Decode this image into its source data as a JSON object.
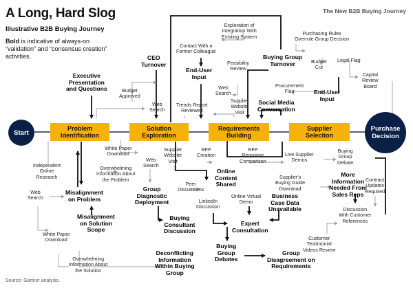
{
  "header": {
    "title": "A Long, Hard Slog",
    "brand": "The New B2B Buying Journey",
    "subtitle": "Illustrative B2B Buying Journey",
    "intro_bold": "Bold",
    "intro_rest": " is indicative of always-on “validation” and “consensus creation” activities."
  },
  "source": "Source: Gartner analysis.",
  "colors": {
    "navy": "#0b2046",
    "gold": "#f5b20a",
    "line": "#9aa0a8"
  },
  "terminals": {
    "start": "Start",
    "end": "Purchase\nDecision"
  },
  "stages": [
    {
      "label": "Problem\nIdentification"
    },
    {
      "label": "Solution\nExploration"
    },
    {
      "label": "Requirements\nBuilding"
    },
    {
      "label": "Supplier\nSelection"
    }
  ],
  "activities": {
    "exec_presentation": "Executive\nPresentation\nand Questions",
    "ceo_turnover": "CEO\nTurnover",
    "budget_approved": "Budget\nApproved",
    "web_search_top": "Web\nSearch",
    "exploration_integration": "Exploration of\nIntegration With\nExisting System",
    "contact_former_colleague": "Contact With a\nFormer Colleague",
    "end_user_input_1": "End-User\nInput",
    "feasibility_review": "Feasibility\nReview",
    "web_search_mid": "Web\nSearch",
    "trends_report": "Trends Report\nReviewed",
    "supplier_website_visit_top": "Supplier\nWebsite\nVisit",
    "buying_group_turnover": "Buying Group\nTurnover",
    "purchasing_rules": "Purchasing Rules\nOverrule Group Decision",
    "budget_cut": "Budget\nCut",
    "legal_flag": "Legal Flag",
    "procurement_flag": "Procurement\nFlag",
    "social_media": "Social Media\nConversation",
    "end_user_input_2": "End-User\nInput",
    "capital_review_board": "Capital\nReview\nBoard",
    "white_paper_download_1": "White Paper\nDownload",
    "independent_online_research": "Independent\nOnline\nResearch",
    "web_search_left": "Web\nSearch",
    "misalignment_problem": "Misalignment\non Problem",
    "misalignment_solution_scope": "Misalignment\non Solution\nScope",
    "white_paper_download_2": "White Paper\nDownload",
    "overwhelming_info_problem": "Overwhelming\nInformation About\nthe Problem",
    "web_search_sol": "Web\nSearch",
    "supplier_website_visit_2": "Supplier\nWebsite\nVisit",
    "group_diagnostic": "Group\nDiagnostic\nDeployment",
    "buying_consultant": "Buying\nConsultant\nDiscussion",
    "peer_discussions": "Peer\nDiscussions",
    "online_content_shared": "Online\nContent\nShared",
    "rfp_creation": "RFP\nCreation",
    "rfp_response": "RFP\nResponse\nComparison",
    "live_supplier_demos": "Live Supplier\nDemos",
    "buying_group_debate": "Buying\nGroup\nDebate",
    "linkedin_discussion": "LinkedIn\nDiscussion",
    "online_virtual_demo": "Online Virtual\nDemo",
    "suppliers_buying_guide": "Supplier's\nBuying Guide\nDownload",
    "business_case_data": "Business\nCase Data\nUnavailable",
    "expert_consultation": "Expert\nConsultation",
    "more_info_sales": "More\nInformation\nNeeded From\nSales Reps",
    "contract_updates": "Contract\nUpdates\nRequired",
    "discussion_customer_refs": "Discussion\nWith Customer\nReferences",
    "customer_testimonial": "Customer\nTestimonial\nVideos Review",
    "overwhelming_info_solution": "Overwhelming\nInformation About\nthe Solution",
    "deconflicting_info": "Deconflicting\nInformation\nWithin Buying\nGroup",
    "buying_group_debates": "Buying\nGroup\nDebates",
    "group_disagreement": "Group\nDisagreement on\nRequirements"
  }
}
